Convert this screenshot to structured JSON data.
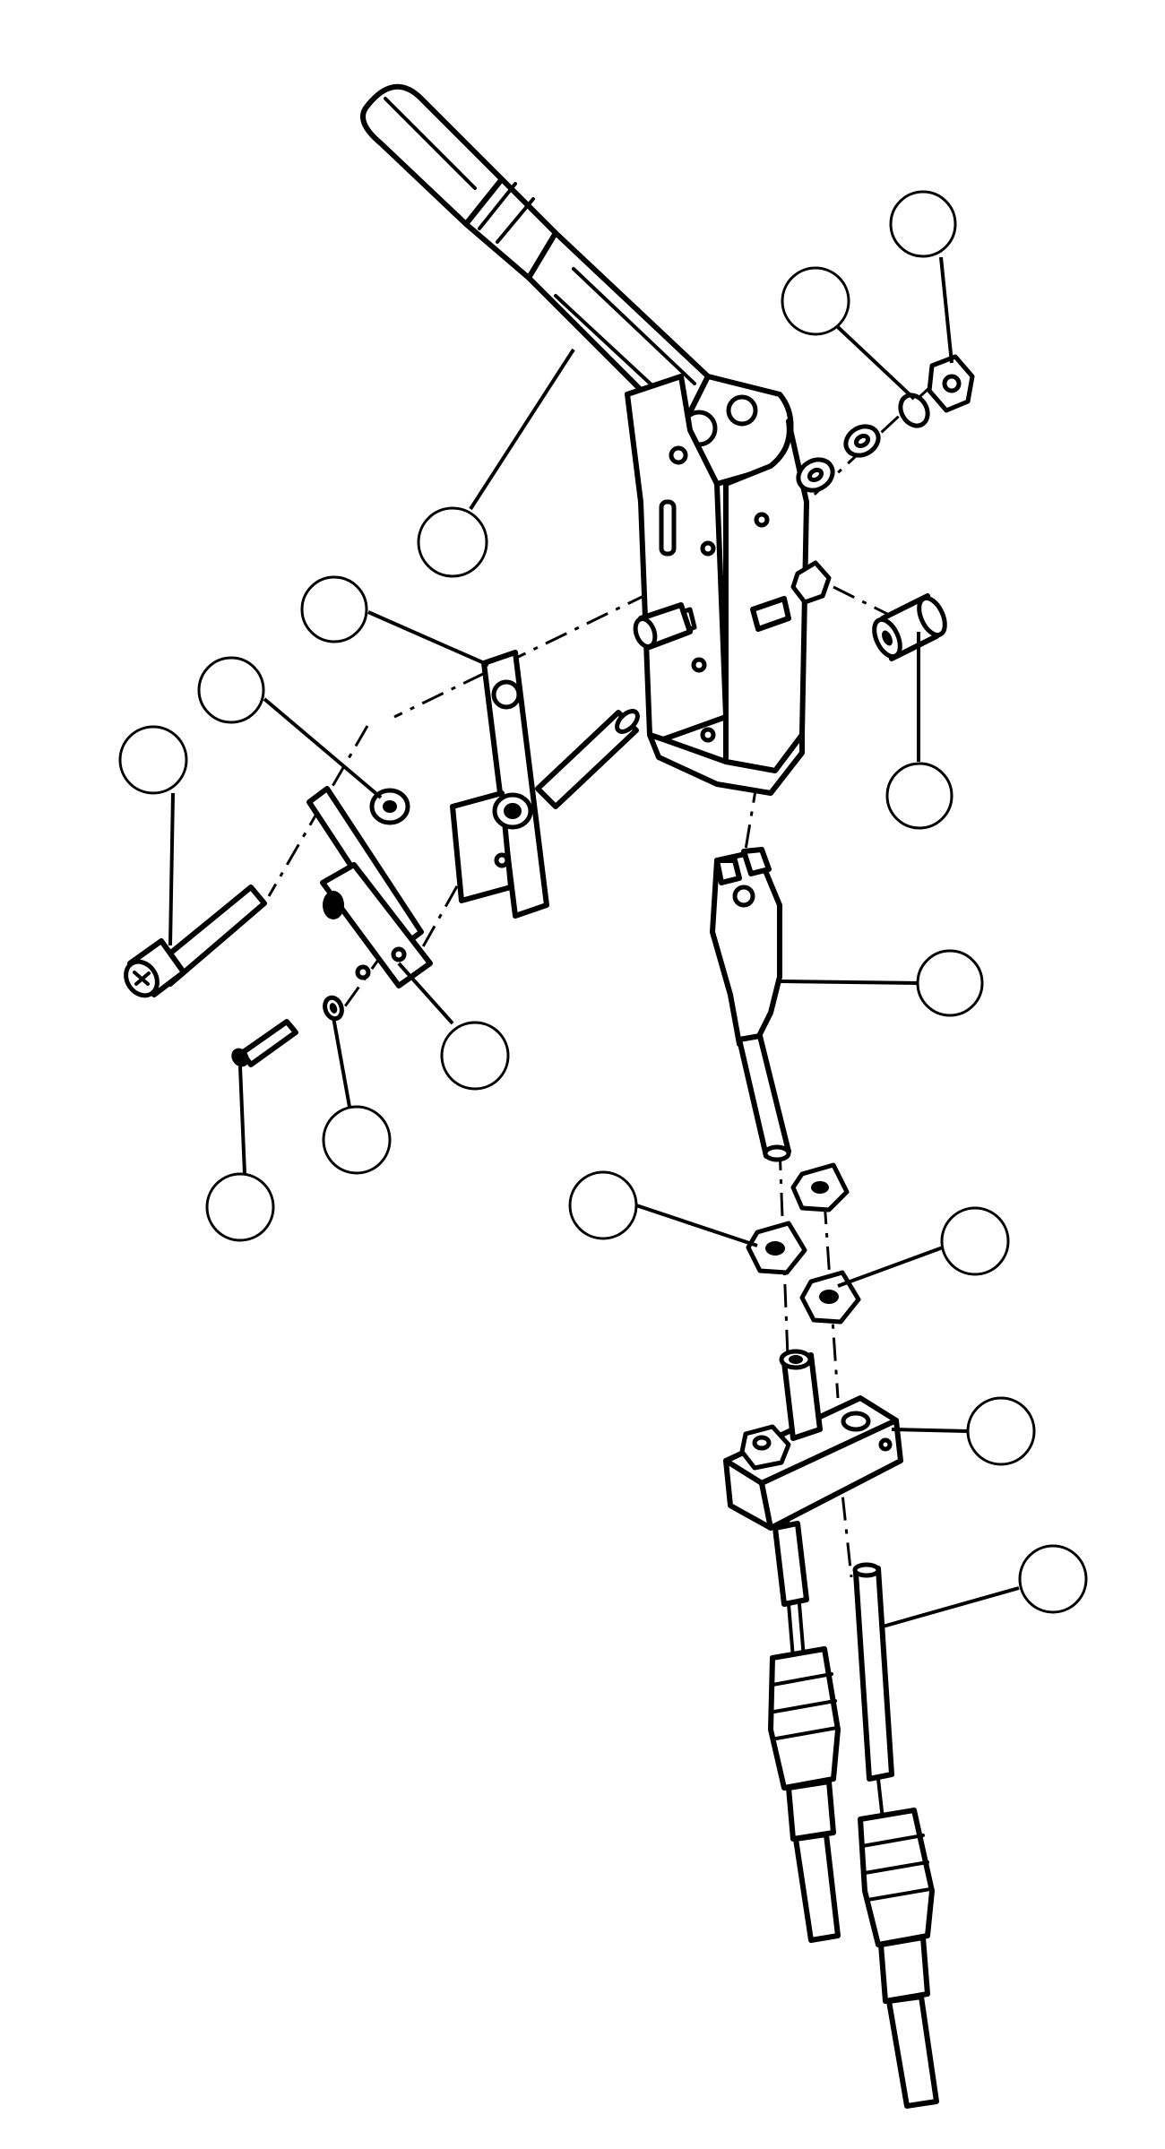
{
  "diagram": {
    "kind": "exploded-assembly",
    "ink_color": "#000000",
    "background": "#ffffff",
    "callouts": [
      {
        "id": "c01",
        "label": ""
      },
      {
        "id": "c02",
        "label": ""
      },
      {
        "id": "c03",
        "label": ""
      },
      {
        "id": "c04",
        "label": ""
      },
      {
        "id": "c05",
        "label": ""
      },
      {
        "id": "c06",
        "label": ""
      },
      {
        "id": "c07",
        "label": ""
      },
      {
        "id": "c08",
        "label": ""
      },
      {
        "id": "c09",
        "label": ""
      },
      {
        "id": "c10",
        "label": ""
      },
      {
        "id": "c11",
        "label": ""
      },
      {
        "id": "c12",
        "label": ""
      },
      {
        "id": "c13",
        "label": ""
      },
      {
        "id": "c14",
        "label": ""
      },
      {
        "id": "c15",
        "label": ""
      },
      {
        "id": "c16",
        "label": ""
      }
    ]
  }
}
